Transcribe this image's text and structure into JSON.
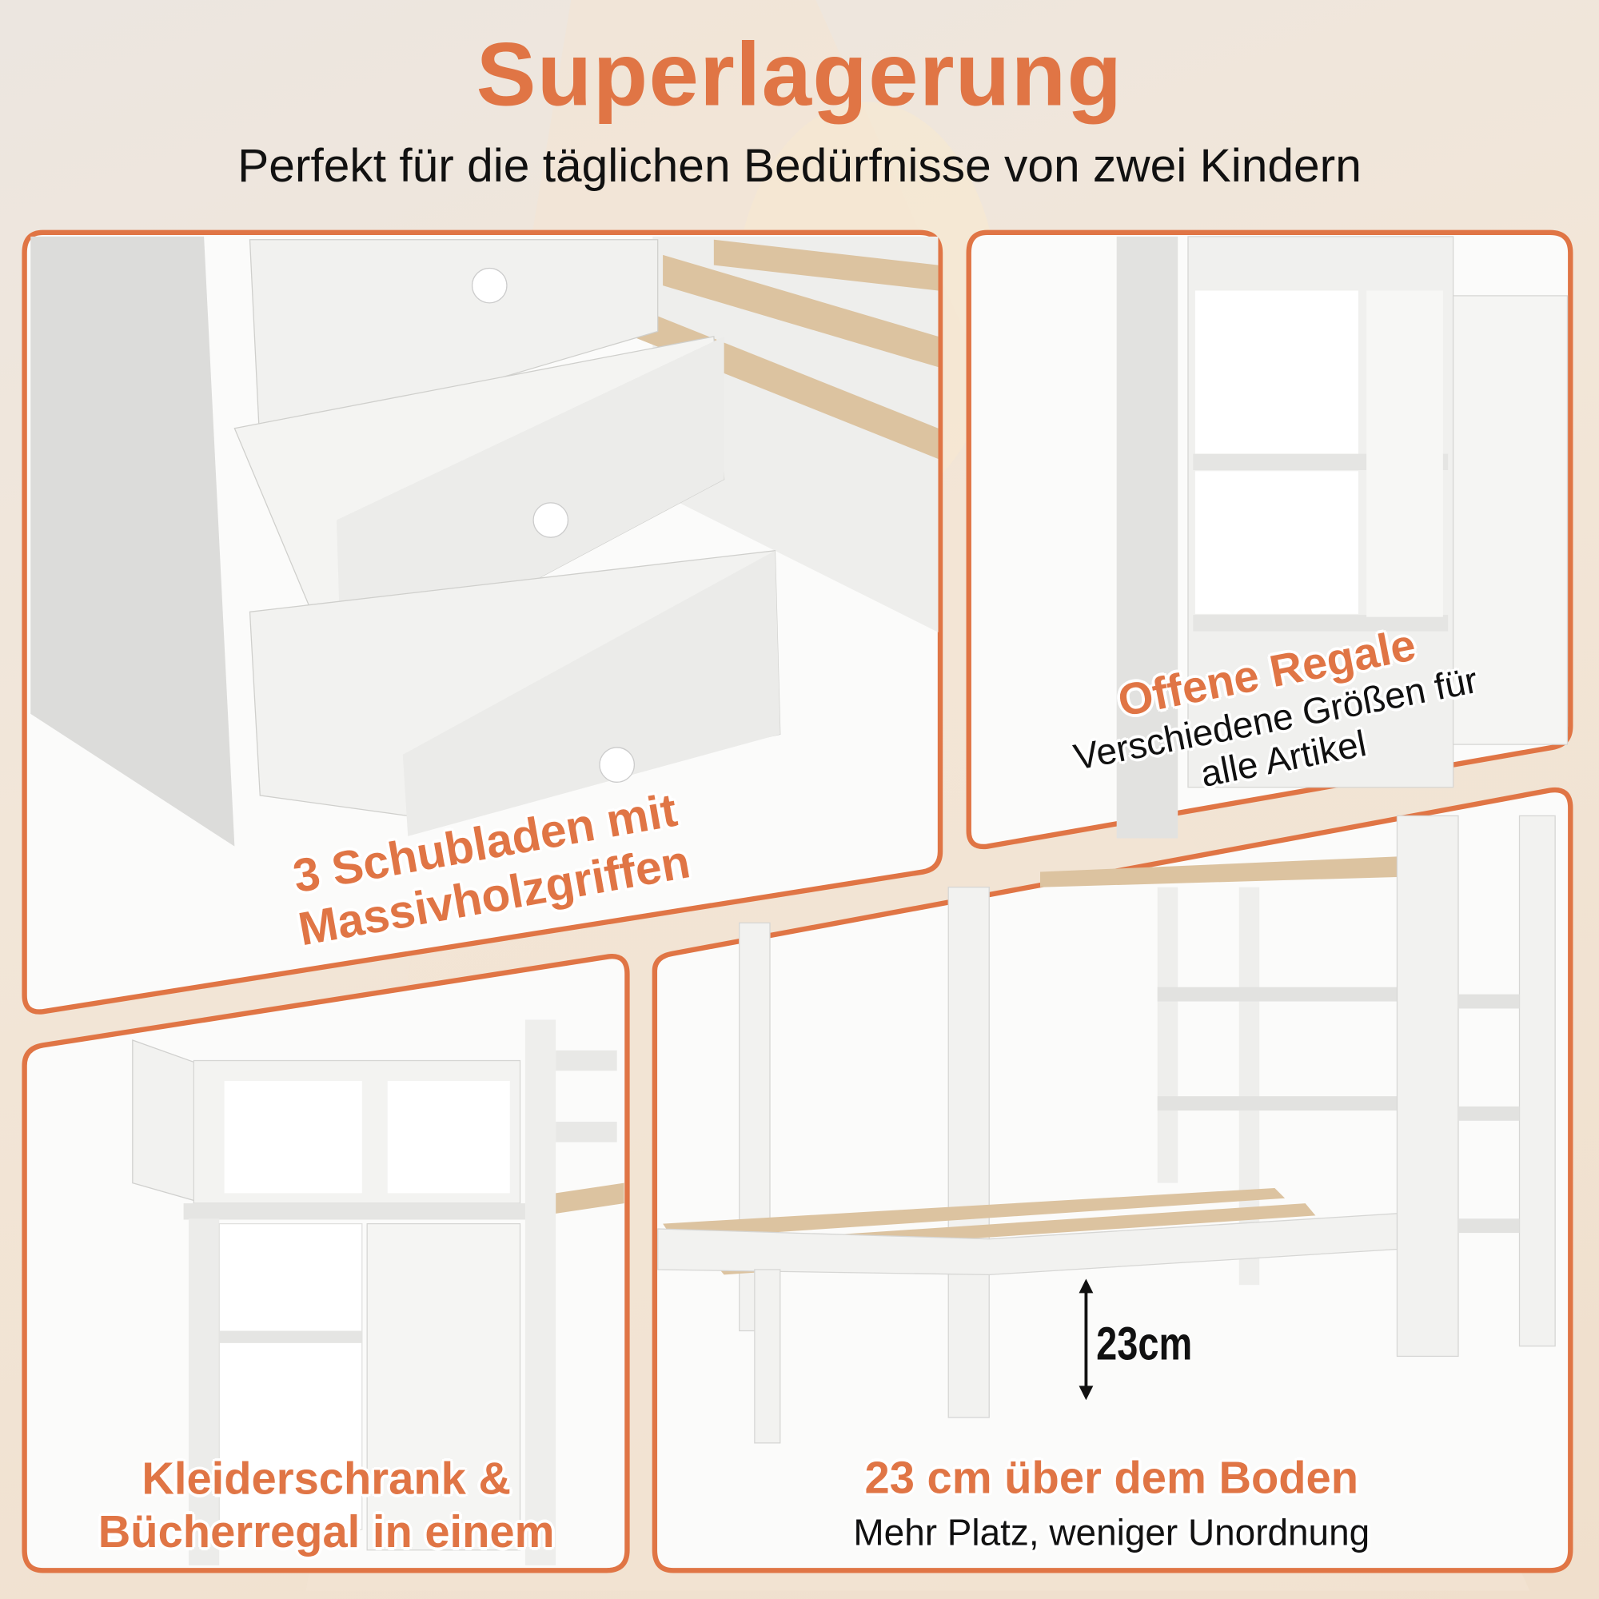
{
  "header": {
    "title": "Superlagerung",
    "subtitle": "Perfekt für die täglichen Bedürfnisse von zwei Kindern"
  },
  "panels": {
    "drawers": {
      "line1": "3 Schubladen mit",
      "line2": "Massivholzgriffen"
    },
    "shelves": {
      "title": "Offene Regale",
      "line1": "Verschiedene Größen für",
      "line2": "alle Artikel"
    },
    "wardrobe": {
      "line1": "Kleiderschrank &",
      "line2": "Bücherregal in einem"
    },
    "height": {
      "title": "23 cm über dem Boden",
      "subtitle": "Mehr Platz, weniger Unordnung",
      "measure": "23cm"
    }
  },
  "colors": {
    "accent": "#e07545",
    "text": "#111111",
    "furniture": "#f4f4f2",
    "slats": "#dcc3a0"
  }
}
